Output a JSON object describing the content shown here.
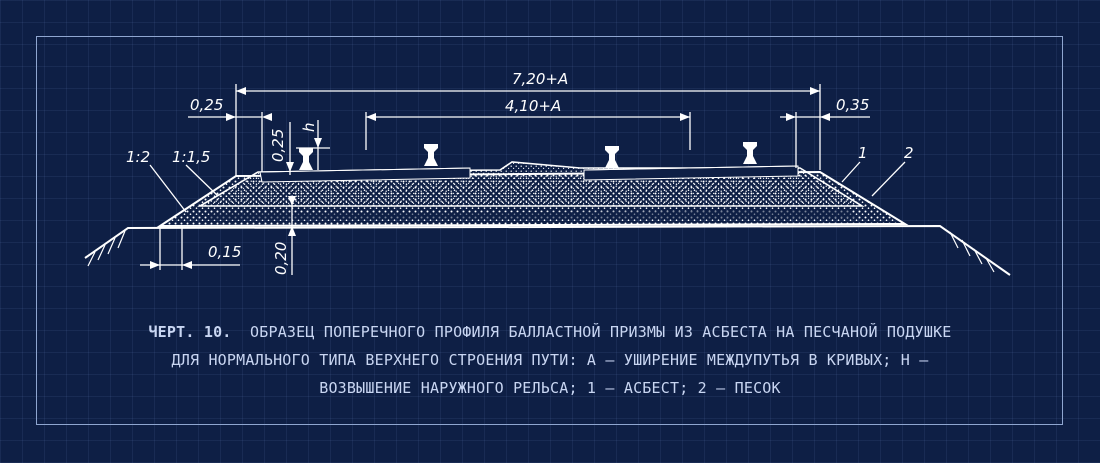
{
  "dimensions": {
    "total_width": "7,20+A",
    "inner_width": "4,10+A",
    "left_offset": "0,25",
    "right_offset": "0,35",
    "vertical_ballast": "0,25",
    "rail_elevation": "h",
    "bottom_offset": "0,15",
    "cushion_depth": "0,20"
  },
  "slopes": {
    "outer": "1:2",
    "inner": "1:1,5"
  },
  "callouts": {
    "asbestos": "1",
    "sand": "2"
  },
  "caption": {
    "label": "ЧЕРТ. 10.",
    "line1": "ОБРАЗЕЦ ПОПЕРЕЧНОГО ПРОФИЛЯ БАЛЛАСТНОЙ ПРИЗМЫ ИЗ АСБЕСТА НА ПЕСЧАНОЙ ПОДУШКЕ",
    "line2": "ДЛЯ НОРМАЛЬНОГО ТИПА ВЕРХНЕГО СТРОЕНИЯ ПУТИ: А — УШИРЕНИЕ МЕЖДУПУТЬЯ В КРИВЫХ; Н —",
    "line3": "ВОЗВЫШЕНИЕ НАРУЖНОГО РЕЛЬСА; 1 — АСБЕСТ; 2 — ПЕСОК"
  },
  "colors": {
    "background": "#0e1f45",
    "ink": "#ffffff",
    "caption": "#c9d6f2",
    "frame": "#8fa6d0"
  }
}
